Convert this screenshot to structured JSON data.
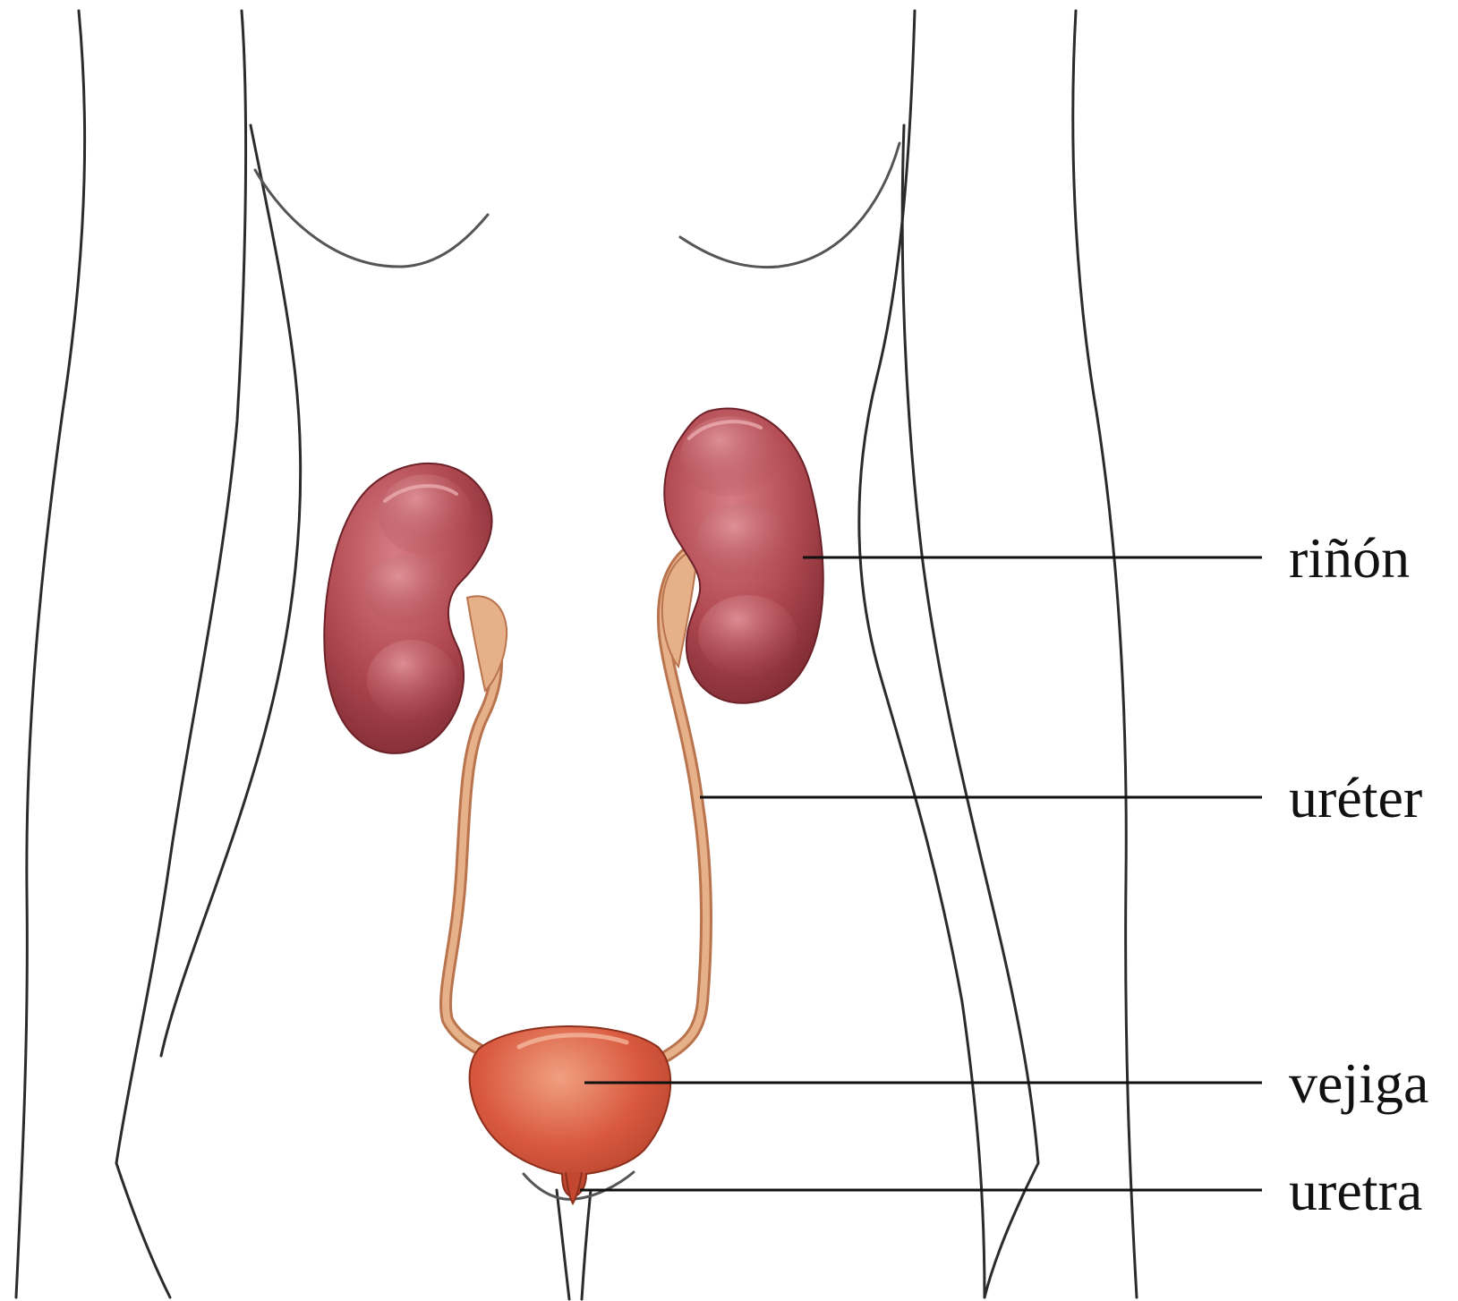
{
  "labels": {
    "kidney": "riñón",
    "ureter": "uréter",
    "bladder": "vejiga",
    "urethra": "uretra"
  },
  "colors": {
    "background": "#ffffff",
    "outline": "#2b2b2b",
    "kidney": "#b24a52",
    "kidney_dark": "#7e2a32",
    "kidney_light": "#d77c83",
    "ureter": "#e6b089",
    "ureter_edge": "#b9744d",
    "bladder": "#d9593f",
    "bladder_dark": "#a73a26",
    "leader": "#111111"
  }
}
